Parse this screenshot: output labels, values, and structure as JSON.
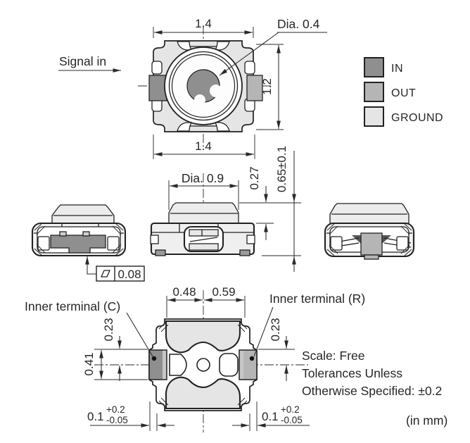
{
  "colors": {
    "in": "#8f8f8f",
    "out": "#b5b5b5",
    "ground": "#e5e5e5"
  },
  "legend": {
    "in": "IN",
    "out": "OUT",
    "ground": "GROUND"
  },
  "annotations": {
    "signal_in": "Signal in",
    "hole_dia": "Dia. 0.4",
    "rotor_dia": "Dia. 0.9"
  },
  "top_view": {
    "width_top": "1.4",
    "width_bottom": "1.4",
    "height": "1.2"
  },
  "front_view": {
    "cap_height": "0.27",
    "total_height": "0.65±0.1"
  },
  "left_view": {
    "flatness": "0.08"
  },
  "bottom_view": {
    "offset_left": "0.48",
    "offset_right": "0.59",
    "terminal_c": "Inner terminal (C)",
    "terminal_r": "Inner terminal (R)",
    "c_offset": "0.23",
    "c_width": "0.41",
    "r_offset": "0.23",
    "protrusion": "0.1",
    "protrusion_upper": "+0.2",
    "protrusion_lower": "-0.05"
  },
  "notes": {
    "scale": "Scale: Free",
    "tolerance_line1": "Tolerances Unless",
    "tolerance_line2": "Otherwise Specified: ±0.2",
    "units": "(in mm)"
  }
}
